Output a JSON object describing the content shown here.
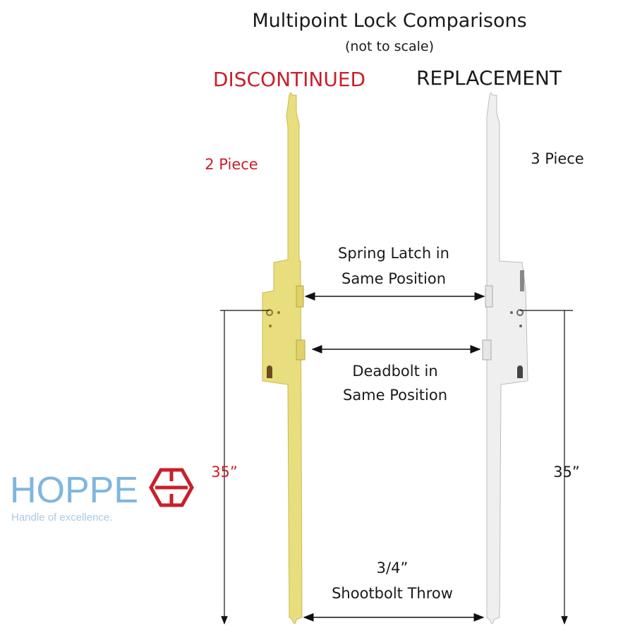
{
  "title": "Multipoint Lock Comparisons",
  "subtitle": "(not to scale)",
  "left": {
    "heading": "DISCONTINUED",
    "pieces": "2 Piece",
    "length": "35”"
  },
  "right": {
    "heading": "REPLACEMENT",
    "pieces": "3 Piece",
    "length": "35”"
  },
  "annotations": {
    "latch": [
      "Spring Latch in",
      "Same Position"
    ],
    "deadbolt": [
      "Deadbolt in",
      "Same Position"
    ],
    "shootbolt": [
      "3/4”",
      "Shootbolt Throw"
    ]
  },
  "logo": {
    "brand": "HOPPE",
    "tagline": "Handle of excellence."
  },
  "colors": {
    "red": "#c8202a",
    "gold": "#e9de7e",
    "silver": "#eeeeee",
    "logo_blue": "#7fb6df"
  }
}
